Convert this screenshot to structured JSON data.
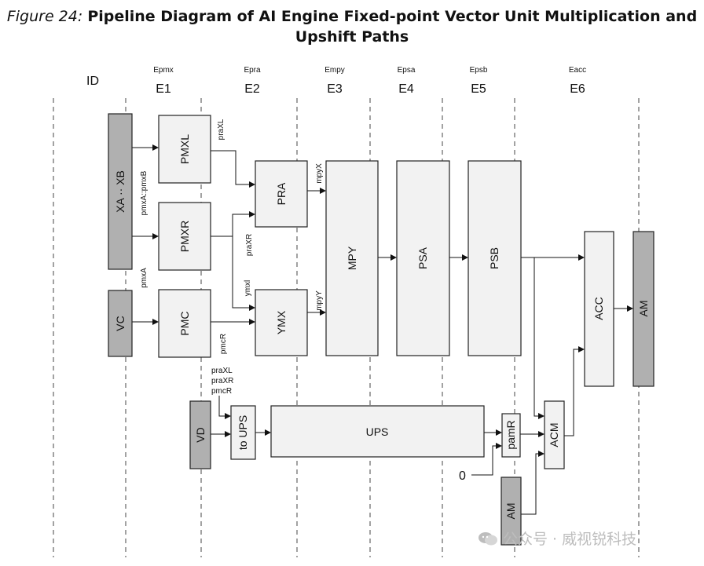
{
  "figure": {
    "number": "Figure 24:",
    "title_line1": "Pipeline Diagram of AI Engine Fixed-point Vector Unit Multiplication and",
    "title_line2": "Upshift Paths"
  },
  "stages": [
    {
      "id": "id",
      "sub": "",
      "main": "ID"
    },
    {
      "id": "e1",
      "sub": "Epmx",
      "main": "E1"
    },
    {
      "id": "e2",
      "sub": "Epra",
      "main": "E2"
    },
    {
      "id": "e3",
      "sub": "Empy",
      "main": "E3"
    },
    {
      "id": "e4",
      "sub": "Epsa",
      "main": "E4"
    },
    {
      "id": "e5",
      "sub": "Epsb",
      "main": "E5"
    },
    {
      "id": "e6",
      "sub": "Eacc",
      "main": "E6"
    }
  ],
  "blocks": {
    "xa_xb": "XA ·· XB",
    "vc": "VC",
    "pmxl": "PMXL",
    "pmxr": "PMXR",
    "pmc": "PMC",
    "pra": "PRA",
    "ymx": "YMX",
    "mpy": "MPY",
    "psa": "PSA",
    "psb": "PSB",
    "acc": "ACC",
    "am_right": "AM",
    "vd": "VD",
    "to_ups": "to UPS",
    "ups": "UPS",
    "pamr": "pamR",
    "acm": "ACM",
    "am_bottom": "AM"
  },
  "signals": {
    "pmxa_pmxb": "pmxA::pmxB",
    "pmxa": "pmxA",
    "praxl": "praXL",
    "praxr": "praXR",
    "ymxl": "ymxl",
    "pmcr": "pmcR",
    "mpyx": "mpyX",
    "mpyy": "mpyY",
    "ups_in_1": "praXL",
    "ups_in_2": "praXR",
    "ups_in_3": "pmcR",
    "zero": "0"
  },
  "watermark": "公众号 · 威视锐科技",
  "colors": {
    "gray_block": "#b0b0b0",
    "light_block": "#f2f2f2"
  }
}
